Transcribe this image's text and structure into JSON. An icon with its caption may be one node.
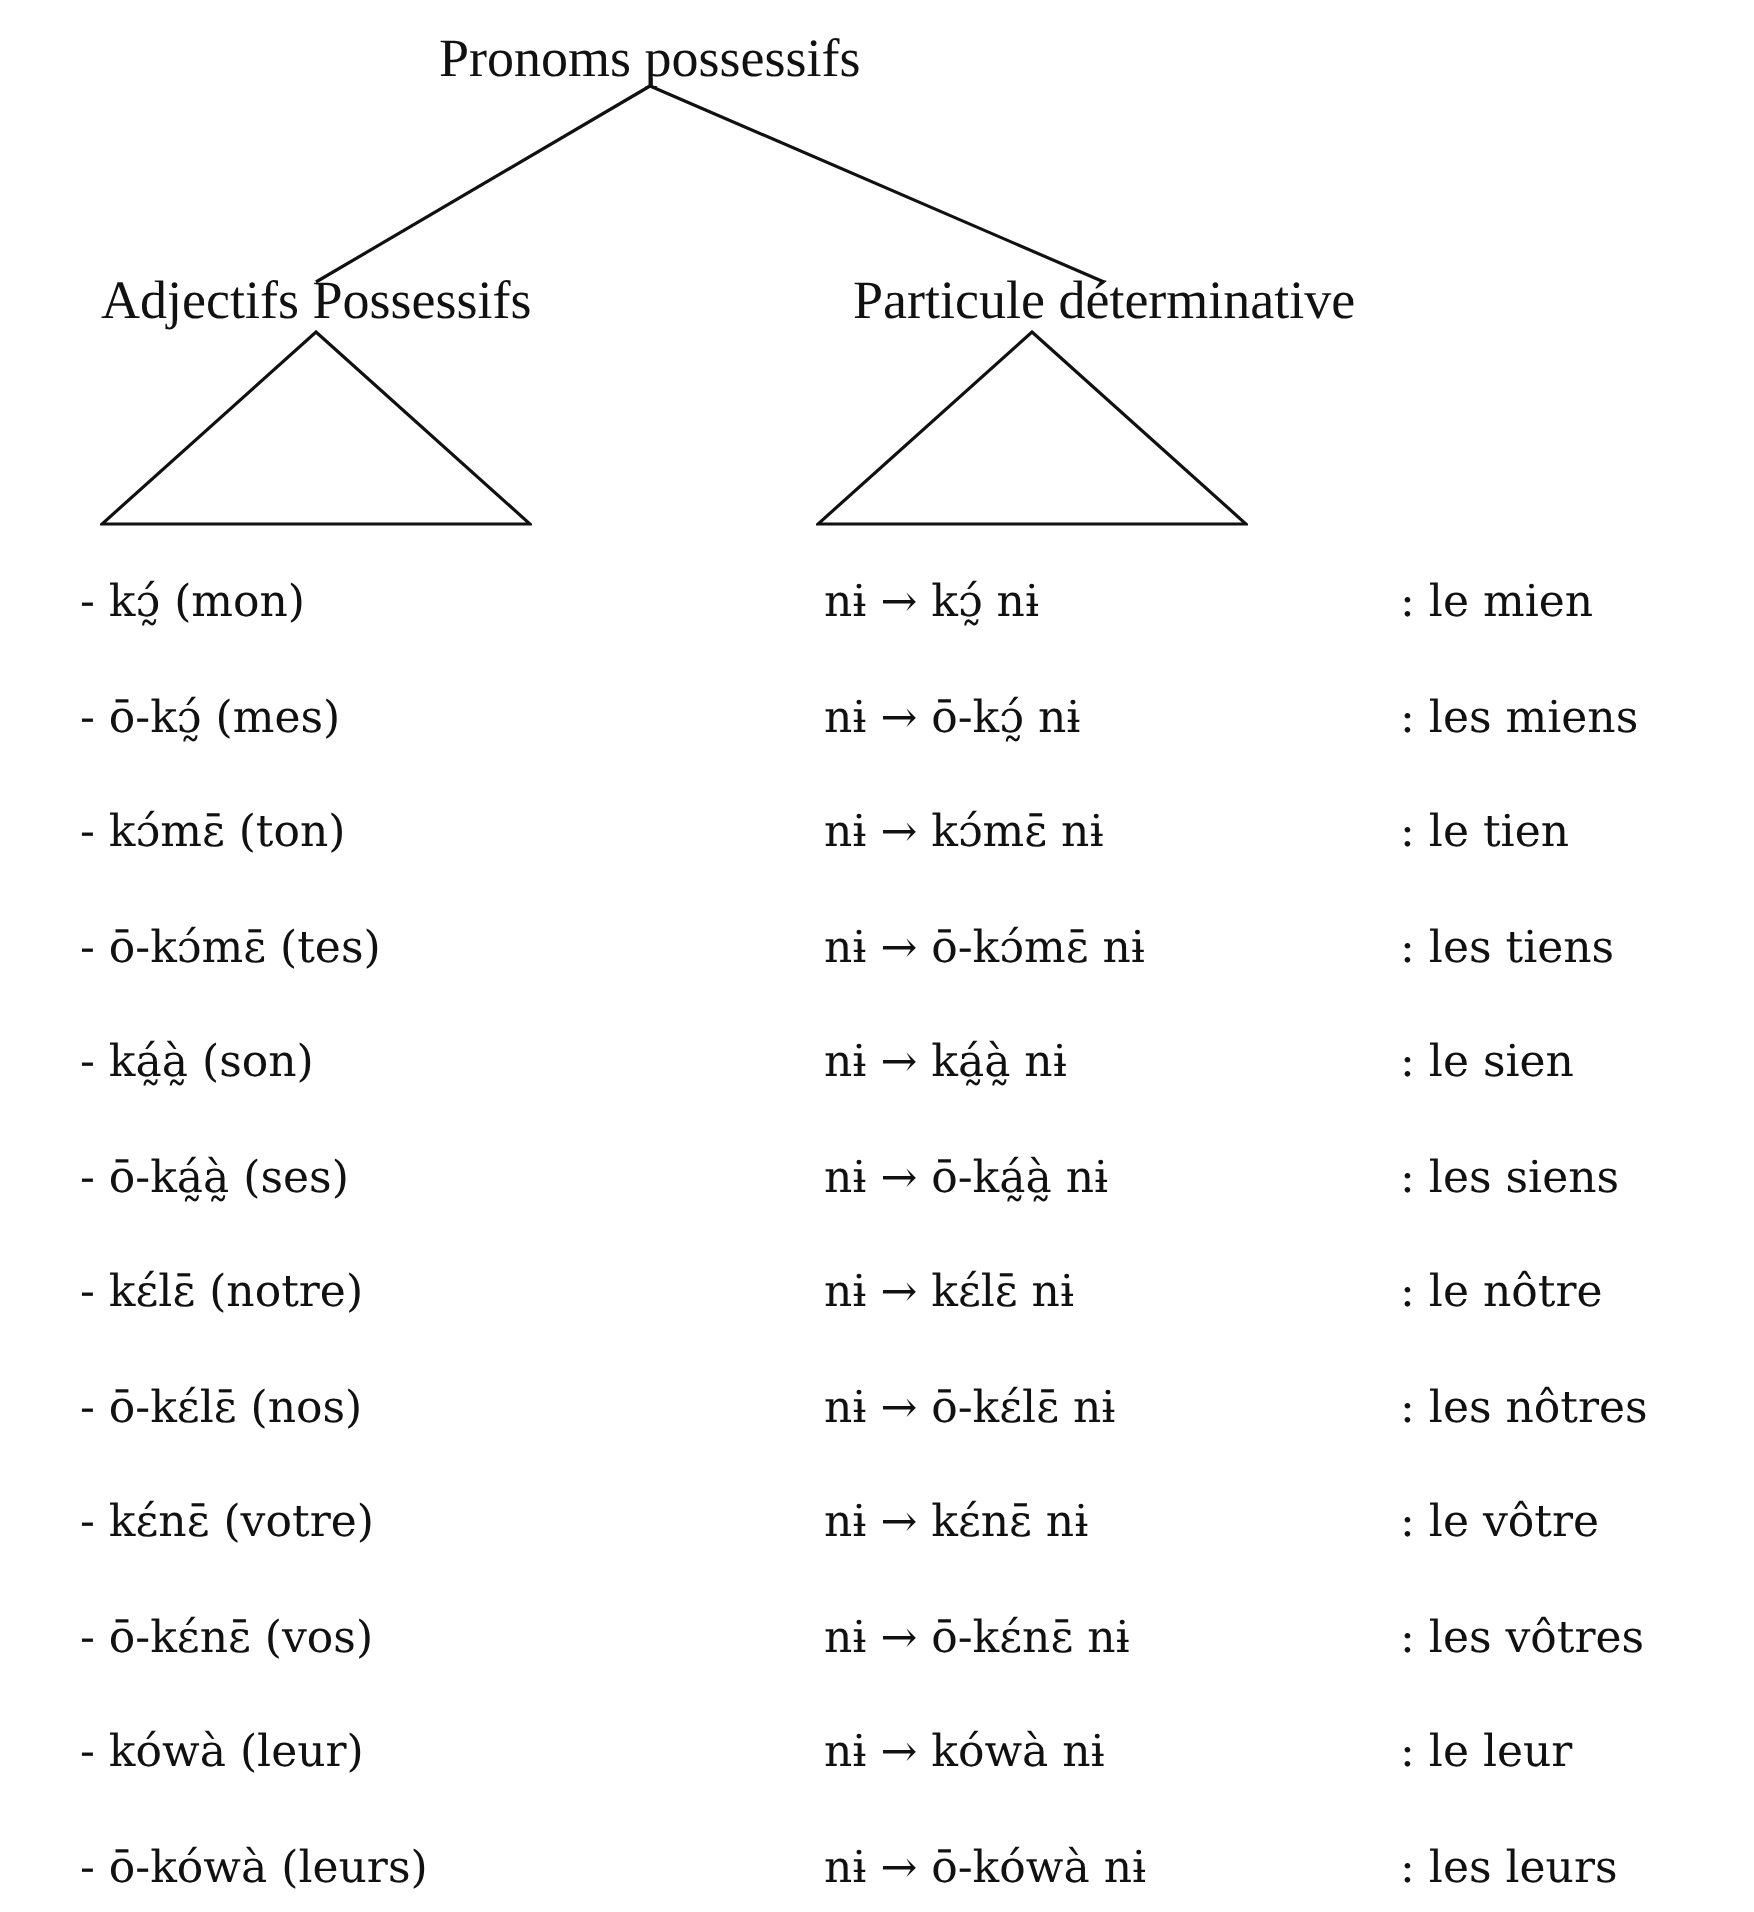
{
  "diagram": {
    "nodes": [
      {
        "text": [
          "Pronoms possessifs"
        ]
      },
      {
        "text": [
          "Adjectifs Possessifs"
        ]
      },
      {
        "text": [
          "Particule déterminative"
        ]
      },
      {
        "text": [],
        "shape": "triangle"
      },
      {
        "text": [],
        "shape": "triangle"
      }
    ],
    "edges": [
      {
        "from": 0,
        "to": 1,
        "arrow": "none"
      },
      {
        "from": 0,
        "to": 2,
        "arrow": "none"
      }
    ],
    "labels": [
      "- kɔ̰́ (mon)",
      "nɨ → kɔ̰́ nɨ",
      ": le mien",
      "- ō-kɔ̰́ (mes)",
      "nɨ → ō-kɔ̰́ nɨ",
      ": les miens",
      "- kɔ́mɛ̄ (ton)",
      "nɨ → kɔ́mɛ̄ nɨ",
      ": le tien",
      "- ō-kɔ́mɛ̄ (tes)",
      "nɨ → ō-kɔ́mɛ̄ nɨ",
      ": les tiens",
      "- ká̰à̰ (son)",
      "nɨ → ká̰à̰ nɨ",
      ": le sien",
      "- ō-ká̰à̰ (ses)",
      "nɨ → ō-ká̰à̰ nɨ",
      ": les siens",
      "- kɛ́lɛ̄ (notre)",
      "nɨ → kɛ́lɛ̄ nɨ",
      ": le nôtre",
      "- ō-kɛ́lɛ̄ (nos)",
      "nɨ → ō-kɛ́lɛ̄ nɨ",
      ": les nôtres",
      "- kɛ́nɛ̄ (votre)",
      "nɨ → kɛ́nɛ̄ nɨ",
      ": le vôtre",
      "- ō-kɛ́nɛ̄ (vos)",
      "nɨ → ō-kɛ́nɛ̄ nɨ",
      ": les vôtres",
      "- kówà (leur)",
      "nɨ → kówà nɨ",
      ": le leur",
      "- ō-kówà (leurs)",
      "nɨ → ō-kówà nɨ",
      ": les leurs"
    ]
  }
}
